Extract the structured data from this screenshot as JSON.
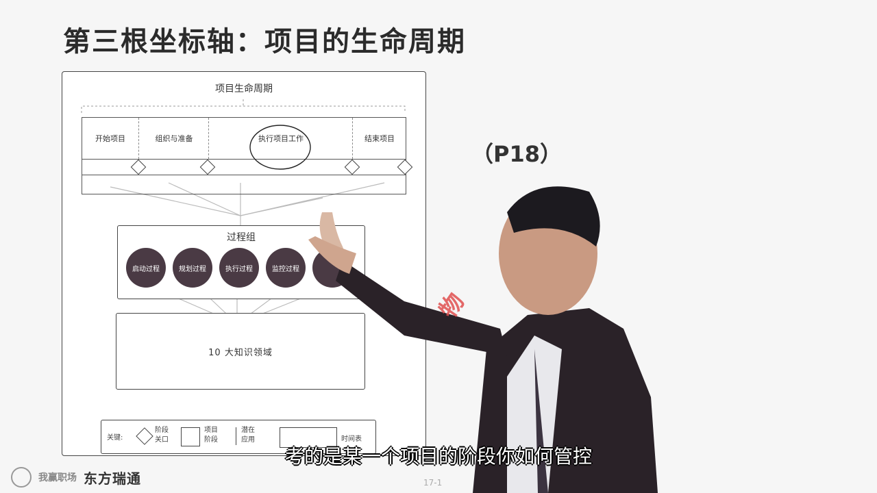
{
  "slide": {
    "title": "第三根坐标轴：项目的生命周期",
    "page_ref": "（P18）"
  },
  "diagram": {
    "title": "项目生命周期",
    "phases": [
      "开始项目",
      "组织与准备",
      "执行项目工作",
      "结束项目"
    ],
    "process_group": {
      "title": "过程组",
      "items": [
        "启动过程",
        "规划过程",
        "执行过程",
        "监控过程"
      ]
    },
    "knowledge_areas": "10 大知识领域",
    "legend": {
      "key_label": "关键:",
      "gate_label": "阶段关口",
      "phase_label": "项目阶段",
      "usage_label": "潜在应用",
      "timeline_label": "时间表"
    }
  },
  "subtitle": "考的是某一个项目的阶段你如何管控",
  "branding": {
    "logo_text_1": "我赢职场",
    "logo_text_2": "东方瑞通",
    "slide_number": "17-1"
  },
  "watermark": "物",
  "colors": {
    "process_circle": "#4a3a44",
    "speaker_suit": "#2a2228",
    "subtitle_outline": "#000000"
  }
}
